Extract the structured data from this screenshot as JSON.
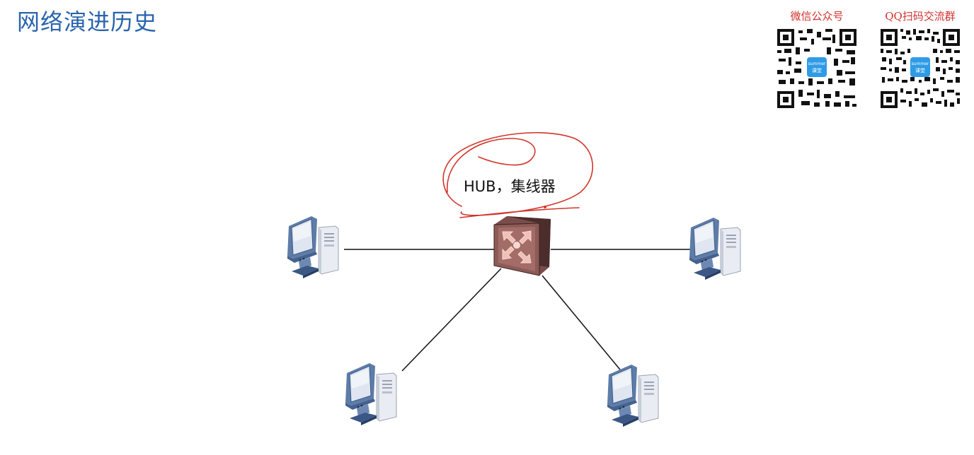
{
  "page": {
    "title": "网络演进历史"
  },
  "qr": {
    "wechat_label": "微信公众号",
    "qq_label": "QQ扫码交流群",
    "badge_line1": "summer",
    "badge_line2": "课堂"
  },
  "diagram": {
    "hub_label": "HUB，集线器",
    "link_color": "#111111",
    "annotation_color": "#d1352b"
  }
}
